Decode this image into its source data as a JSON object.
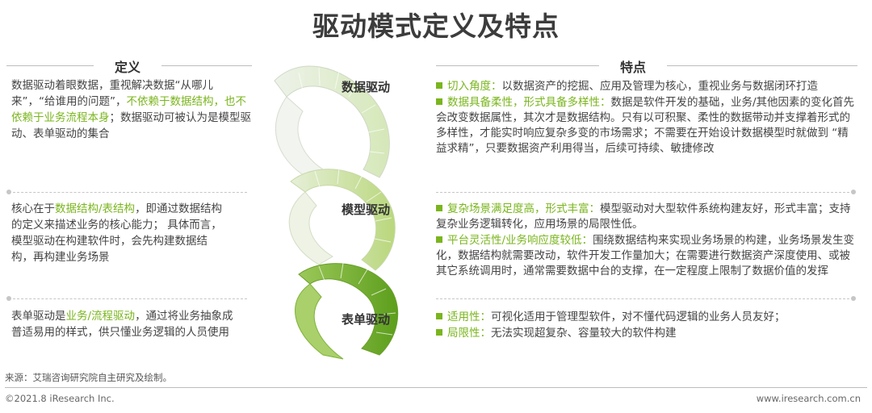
{
  "title": "驱动模式定义及特点",
  "headers": {
    "definition": "定义",
    "features": "特点"
  },
  "stages": {
    "data": "数据驱动",
    "model": "模型驱动",
    "form": "表单驱动"
  },
  "definitions": {
    "data": {
      "p1": "数据驱动着眼数据，重视解决数据“从哪儿来”，“给谁用的问题”，",
      "hl": "不依赖于数据结构，也不依赖于业务流程本身",
      "p2": "；数据驱动可被认为是模型驱动、表单驱动的集合"
    },
    "model": {
      "p1": "核心在于",
      "hl": "数据结构/表结构",
      "p2": "，即通过数据结构的定义来描述业务的核心能力； 具体而言，模型驱动在构建软件时，会先构建数据结构，再构建业务场景"
    },
    "form": {
      "p1": "表单驱动是",
      "hl": "业务/流程驱动",
      "p2": "，通过将业务抽象成普适易用的样式，供只懂业务逻辑的人员使用"
    }
  },
  "features": {
    "data": [
      {
        "key": "切入角度：",
        "text": "以数据资产的挖掘、应用及管理为核心，重视业务与数据闭环打造"
      },
      {
        "key": "数据具备柔性，形式具备多样性：",
        "text": "数据是软件开发的基础，业务/其他因素的变化首先会改变数据属性，其次才是数据结构。只有以可积聚、柔性的数据带动并支撑着形式的多样性，才能实时响应复杂多变的市场需求；不需要在开始设计数据模型时就做到 “精益求精”，只要数据资产利用得当，后续可持续、敏捷修改"
      }
    ],
    "model": [
      {
        "key": "复杂场景满足度高，形式丰富：",
        "text": "模型驱动对大型软件系统构建友好，形式丰富；支持复杂业务逻辑转化，应用场景的局限性低。"
      },
      {
        "key": "平台灵活性/业务响应度较低：",
        "text": "围绕数据结构来实现业务场景的构建，业务场景发生变化，数据结构就需要改动，软件开发工作量加大；在需要进行数据资产深度使用、或被其它系统调用时，通常需要数据中台的支撑，在一定程度上限制了数据价值的发挥"
      }
    ],
    "form": [
      {
        "key": "适用性：",
        "text": "可视化适用于管理型软件，对不懂代码逻辑的业务人员友好；"
      },
      {
        "key": "局限性：",
        "text": "无法实现超复杂、容量较大的软件构建"
      }
    ]
  },
  "source": "来源：艾瑞咨询研究院自主研究及绘制。",
  "footer_left": "©2021.8 iResearch Inc.",
  "footer_right": "www.iresearch.com.cn",
  "colors": {
    "accent_green": "#7ab51d",
    "stair_light": "#d8e6c3",
    "stair_dark": "#6aad1e"
  }
}
